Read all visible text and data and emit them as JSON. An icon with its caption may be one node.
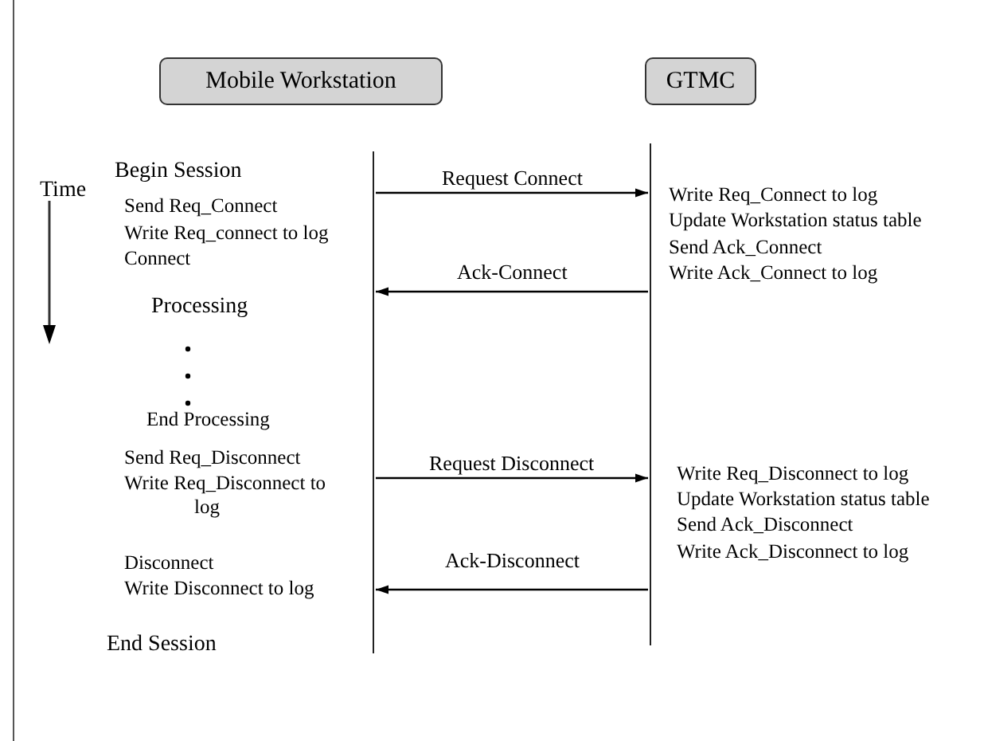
{
  "diagram": {
    "nodes": [
      {
        "text": [
          "Mobile Workstation"
        ]
      },
      {
        "text": [
          "GTMC"
        ]
      },
      {
        "text": [],
        "shape": "line"
      },
      {
        "text": [],
        "shape": "line"
      }
    ],
    "edges": [
      {
        "from": 2,
        "to": 3,
        "arrow": "to",
        "label": "Request Connect"
      },
      {
        "from": 3,
        "to": 2,
        "arrow": "to",
        "label": "Ack-Connect"
      },
      {
        "from": 2,
        "to": 3,
        "arrow": "to",
        "label": "Request Disconnect"
      },
      {
        "from": 3,
        "to": 2,
        "arrow": "to",
        "label": "Ack-Disconnect"
      }
    ],
    "labels": [
      "Time",
      "Begin Session",
      "Send Req_Connect",
      "Write Req_connect to log",
      "Connect",
      "Write Req_Connect to log",
      "Update Workstation status table",
      "Send Ack_Connect",
      "Write Ack_Connect to log",
      "Processing",
      "End Processing",
      "Send Req_Disconnect",
      "Write Req_Disconnect to log",
      "Write Req_Disconnect to log",
      "Update Workstation status table",
      "Send Ack_Disconnect",
      "Write Ack_Disconnect to log",
      "Disconnect",
      "Write Disconnect to log",
      "End Session"
    ]
  }
}
